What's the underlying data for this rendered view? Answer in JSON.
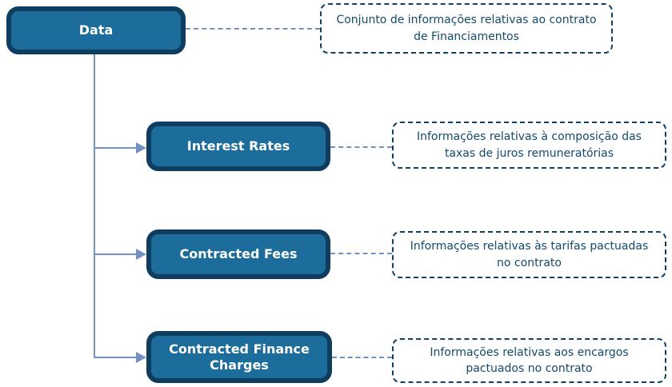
{
  "diagram": {
    "type": "hierarchy-tree",
    "root_node": {
      "label": "Data",
      "note": "Conjunto de informações relativas ao contrato de Financiamentos"
    },
    "child_nodes": [
      {
        "label": "Interest Rates",
        "note": "Informações relativas à composição das taxas de juros remuneratórias"
      },
      {
        "label": "Contracted Fees",
        "note": "Informações relativas às tarifas pactuadas no contrato"
      },
      {
        "label": "Contracted Finance Charges",
        "note": "Informações relativas aos encargos pactuados no contrato"
      }
    ],
    "colors": {
      "node_fill": "#1c6d9c",
      "node_border": "#0e3d5f",
      "node_text": "#ffffff",
      "note_border": "#0f3f61",
      "note_text": "#134a6c",
      "connector": "#7590c3",
      "background": "#ffffff"
    }
  }
}
